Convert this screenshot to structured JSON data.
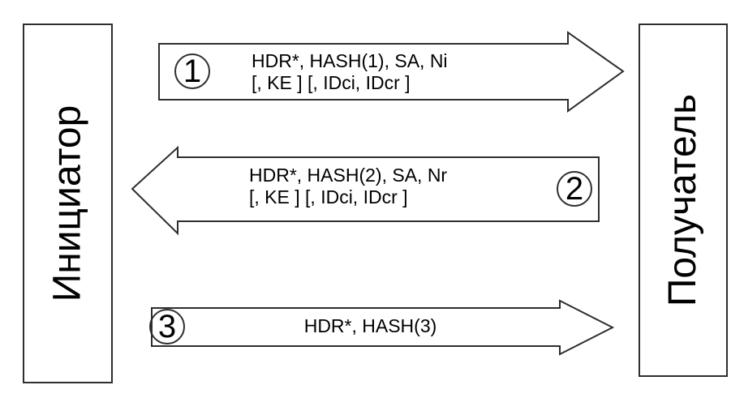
{
  "actors": {
    "initiator": "Инициатор",
    "receiver": "Получатель"
  },
  "messages": [
    {
      "number": "1",
      "direction": "right",
      "lines": [
        "HDR*, HASH(1), SA, Ni",
        "[, KE ] [, IDci, IDcr ]"
      ]
    },
    {
      "number": "2",
      "direction": "left",
      "lines": [
        "HDR*, HASH(2), SA, Nr",
        "[, KE ] [, IDci, IDcr ]"
      ]
    },
    {
      "number": "3",
      "direction": "right",
      "lines": [
        "HDR*, HASH(3)"
      ]
    }
  ],
  "colors": {
    "stroke": "#2e2e2e",
    "fill": "#ffffff",
    "text": "#000000"
  }
}
